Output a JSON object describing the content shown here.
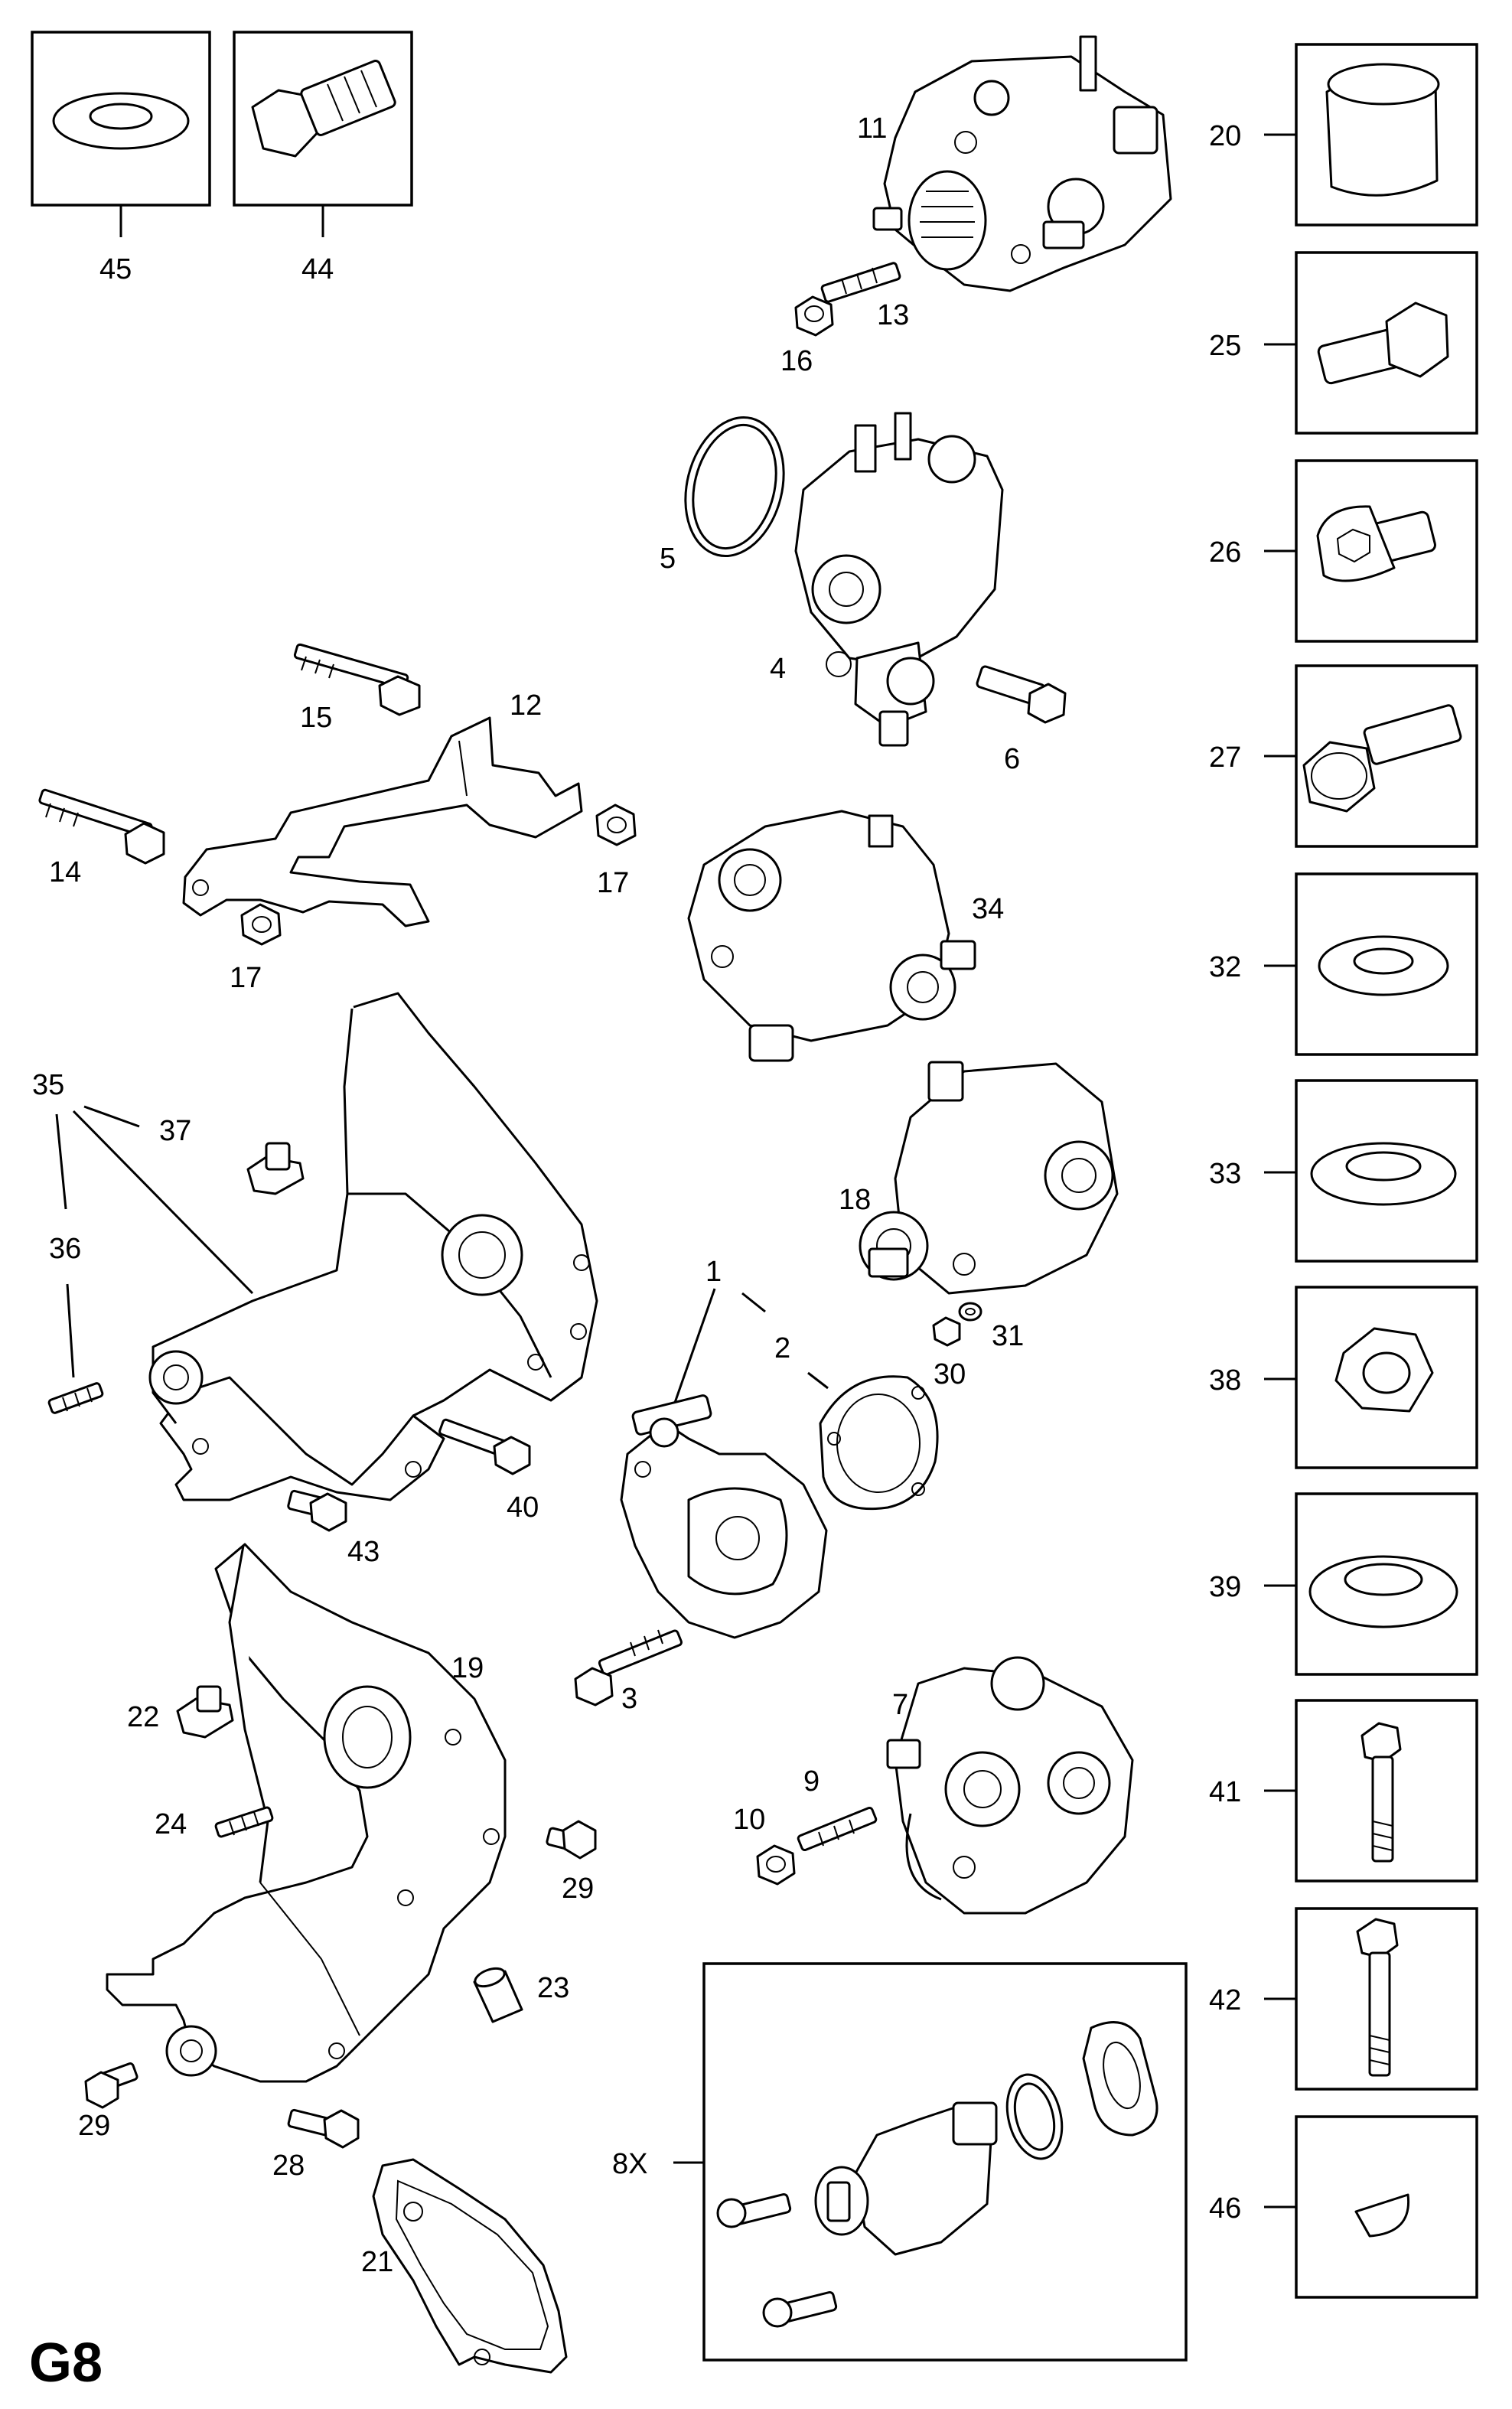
{
  "page_code": "G8",
  "callouts": {
    "c1": "1",
    "c2": "2",
    "c3": "3",
    "c4": "4",
    "c5": "5",
    "c6": "6",
    "c7": "7",
    "c8x": "8X",
    "c9": "9",
    "c10": "10",
    "c11": "11",
    "c12": "12",
    "c13": "13",
    "c14": "14",
    "c15": "15",
    "c16": "16",
    "c17a": "17",
    "c17b": "17",
    "c18": "18",
    "c19": "19",
    "c20": "20",
    "c21": "21",
    "c22": "22",
    "c23": "23",
    "c24": "24",
    "c25": "25",
    "c26": "26",
    "c27": "27",
    "c28": "28",
    "c29a": "29",
    "c29b": "29",
    "c30": "30",
    "c31": "31",
    "c32": "32",
    "c33": "33",
    "c34": "34",
    "c35": "35",
    "c36": "36",
    "c37": "37",
    "c38": "38",
    "c39": "39",
    "c40": "40",
    "c41": "41",
    "c42": "42",
    "c43": "43",
    "c44": "44",
    "c45": "45",
    "c46": "46"
  }
}
